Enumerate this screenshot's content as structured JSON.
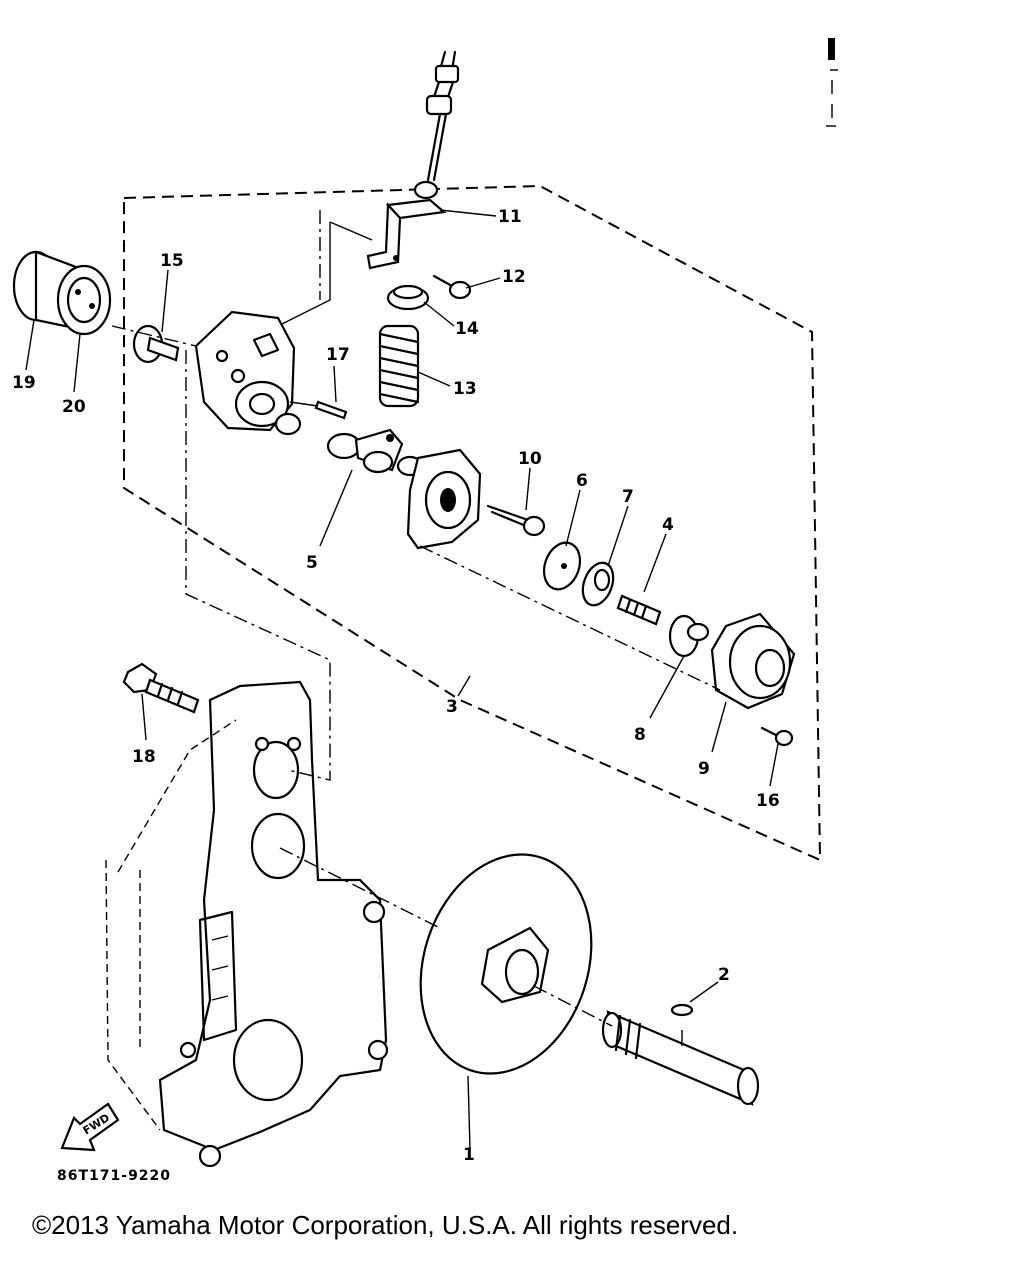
{
  "callouts": {
    "c1": "1",
    "c2": "2",
    "c3": "3",
    "c4": "4",
    "c5": "5",
    "c6": "6",
    "c7": "7",
    "c8": "8",
    "c9": "9",
    "c10": "10",
    "c11": "11",
    "c12": "12",
    "c13": "13",
    "c14": "14",
    "c15": "15",
    "c16": "16",
    "c17": "17",
    "c18": "18",
    "c19": "19",
    "c20": "20"
  },
  "fwd_label": "FWD",
  "diagram_code": "86T171-9220",
  "copyright": "©2013 Yamaha Motor Corporation, U.S.A. All rights reserved."
}
